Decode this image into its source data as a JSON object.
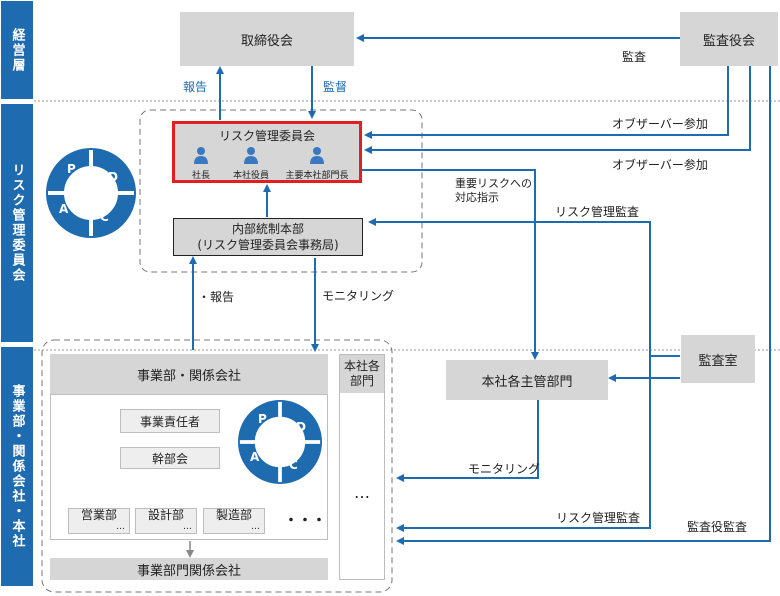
{
  "bands": {
    "management": "経営層",
    "risk_committee": "リスク管理委員会",
    "business": "事業部・関係会社・本社"
  },
  "nodes": {
    "board": "取締役会",
    "auditors": "監査役会",
    "risk_committee_title": "リスク管理委員会",
    "member_president": "社長",
    "member_executive": "本社役員",
    "member_dept_head": "主要本社部門長",
    "internal_control_line1": "内部統制本部",
    "internal_control_line2": "(リスク管理委員会事務局)",
    "business_group": "事業部・関係会社",
    "business_manager": "事業責任者",
    "executive_meeting": "幹部会",
    "sales": "営業部",
    "design": "設計部",
    "manufacturing": "製造部",
    "ellipsis": "…",
    "ellipsis_dots": "・・・",
    "affiliates": "事業部門関係会社",
    "hq_depts": "本社各部門",
    "hq_main_depts": "本社各主管部門",
    "audit_office": "監査室"
  },
  "labels": {
    "audit": "監査",
    "report": "報告",
    "supervise": "監督",
    "observer1": "オブザーバー参加",
    "observer2": "オブザーバー参加",
    "instruction_line1": "重要リスクへの",
    "instruction_line2": "対応指示",
    "risk_audit1": "リスク管理監査",
    "risk_audit2": "リスク管理監査",
    "report2": "・報告",
    "monitoring1": "モニタリング",
    "monitoring2": "モニタリング",
    "auditor_audit": "監査役監査"
  },
  "pdca": [
    "P",
    "D",
    "C",
    "A"
  ],
  "colors": {
    "band": "#1f6bb0",
    "arrow": "#1f6bb0",
    "highlight": "#e02020",
    "box": "#d6d6d6"
  }
}
